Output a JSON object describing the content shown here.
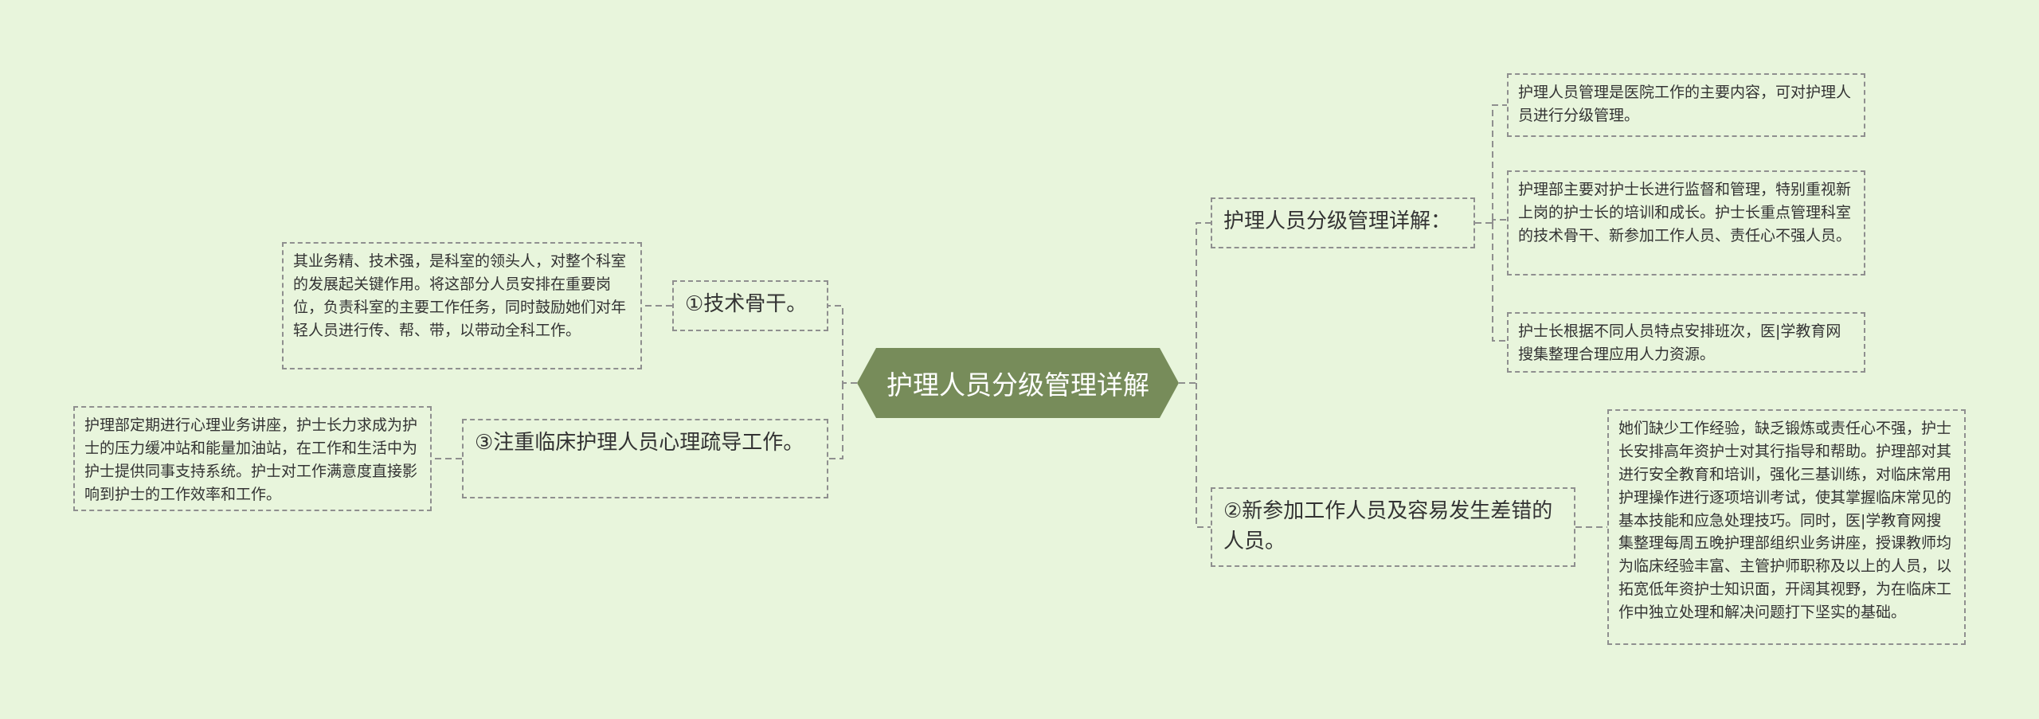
{
  "center": {
    "text": "护理人员分级管理详解"
  },
  "right": [
    {
      "text": "护理人员分级管理详解：",
      "leaves": [
        "护理人员管理是医院工作的主要内容，可对护理人员进行分级管理。",
        "护理部主要对护士长进行监督和管理，特别重视新上岗的护士长的培训和成长。护士长重点管理科室的技术骨干、新参加工作人员、责任心不强人员。",
        "护士长根据不同人员特点安排班次，医|学教育网搜集整理合理应用人力资源。"
      ]
    },
    {
      "text": "②新参加工作人员及容易发生差错的人员。",
      "leaves": [
        "她们缺少工作经验，缺乏锻炼或责任心不强，护士长安排高年资护士对其行指导和帮助。护理部对其进行安全教育和培训，强化三基训练，对临床常用护理操作进行逐项培训考试，使其掌握临床常见的基本技能和应急处理技巧。同时，医|学教育网搜集整理每周五晚护理部组织业务讲座，授课教师均为临床经验丰富、主管护师职称及以上的人员，以拓宽低年资护士知识面，开阔其视野，为在临床工作中独立处理和解决问题打下坚实的基础。"
      ]
    }
  ],
  "left": [
    {
      "text": "①技术骨干。",
      "leaves": [
        "其业务精、技术强，是科室的领头人，对整个科室的发展起关键作用。将这部分人员安排在重要岗位，负责科室的主要工作任务，同时鼓励她们对年轻人员进行传、帮、带，以带动全科工作。"
      ]
    },
    {
      "text": "③注重临床护理人员心理疏导工作。",
      "leaves": [
        "护理部定期进行心理业务讲座，护士长力求成为护士的压力缓冲站和能量加油站，在工作和生活中为护士提供同事支持系统。护士对工作满意度直接影响到护士的工作效率和工作。"
      ]
    }
  ],
  "colors": {
    "background": "#e8f5dc",
    "center_fill": "#778c5a",
    "border": "#8f8f8f"
  }
}
